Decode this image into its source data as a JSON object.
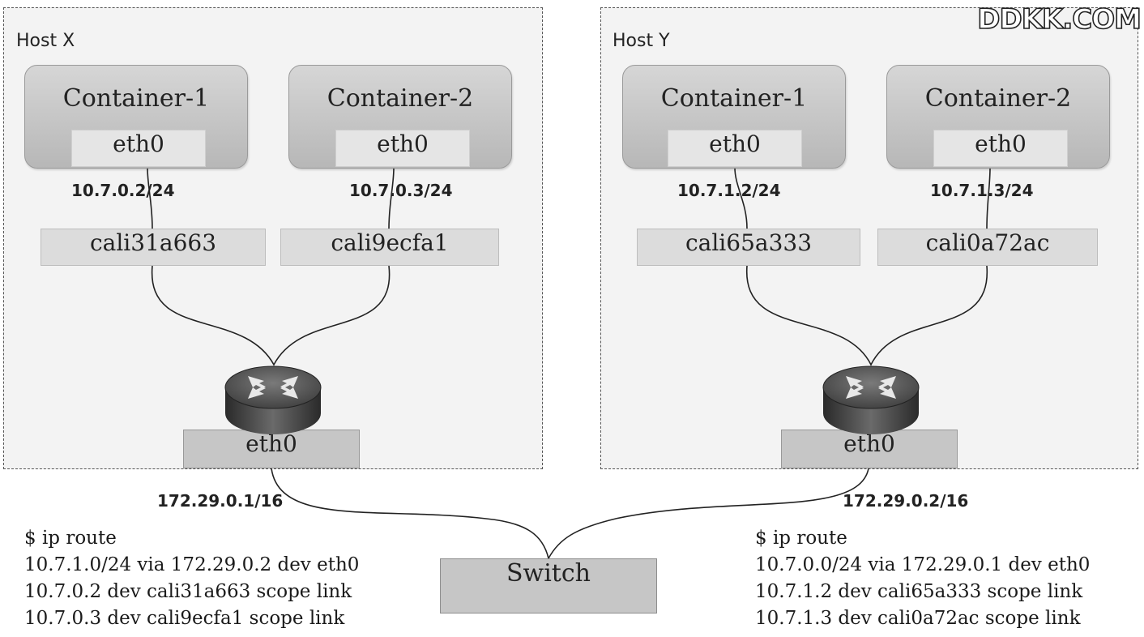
{
  "watermark": "DDKK.COM",
  "hosts": [
    {
      "label": "Host X",
      "containers": [
        {
          "title": "Container-1",
          "eth": "eth0",
          "ip": "10.7.0.2/24",
          "veth": "cali31a663"
        },
        {
          "title": "Container-2",
          "eth": "eth0",
          "ip": "10.7.0.3/24",
          "veth": "cali9ecfa1"
        }
      ],
      "eth": "eth0",
      "eth_ip": "172.29.0.1/16",
      "route": [
        "$ ip route",
        "10.7.1.0/24 via 172.29.0.2 dev eth0",
        "10.7.0.2 dev cali31a663 scope link",
        "10.7.0.3 dev cali9ecfa1 scope link"
      ]
    },
    {
      "label": "Host Y",
      "containers": [
        {
          "title": "Container-1",
          "eth": "eth0",
          "ip": "10.7.1.2/24",
          "veth": "cali65a333"
        },
        {
          "title": "Container-2",
          "eth": "eth0",
          "ip": "10.7.1.3/24",
          "veth": "cali0a72ac"
        }
      ],
      "eth": "eth0",
      "eth_ip": "172.29.0.2/16",
      "route": [
        "$ ip route",
        "10.7.0.0/24 via 172.29.0.1 dev eth0",
        "10.7.1.2 dev cali65a333 scope link",
        "10.7.1.3 dev cali0a72ac scope link"
      ]
    }
  ],
  "switch": "Switch",
  "icons": {
    "router": "router-icon"
  }
}
